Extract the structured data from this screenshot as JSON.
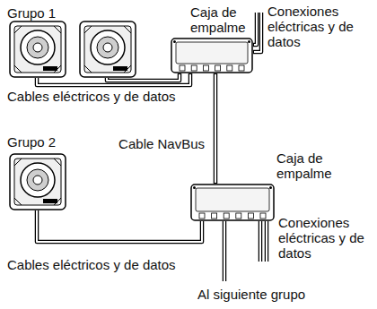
{
  "diagram": {
    "nodes": [
      {
        "text": [
          "Caja de empalme"
        ]
      },
      {
        "text": [
          "Caja de empalme"
        ]
      }
    ],
    "edges": [
      {
        "from": 0,
        "to": 1,
        "arrow": "none",
        "label": "Cable NavBus"
      }
    ],
    "labels": [
      "Grupo 1",
      "Conexiones eléctricas y de datos",
      "Cables eléctricos y de datos",
      "Grupo 2",
      "Conexiones eléctricas y de datos",
      "Cables eléctricos y de datos",
      "Al siguiente grupo"
    ]
  }
}
